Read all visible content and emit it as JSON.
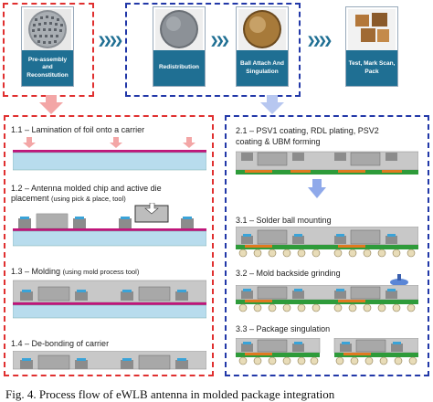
{
  "top_flow": {
    "stage1": "Pre-assembly and Reconstitution",
    "stage2": "Redistribution",
    "stage3": "Ball Attach And Singulation",
    "stage4": "Test, Mark Scan, Pack"
  },
  "left_panel": {
    "step_1_1": "1.1 – Lamination of foil onto a carrier",
    "step_1_2_line1": "1.2 – Antenna molded chip and active die",
    "step_1_2_line2": "placement",
    "step_1_2_note": "(using pick & place, tool)",
    "step_1_3": "1.3 – Molding",
    "step_1_3_note": "(using mold process tool)",
    "step_1_4": "1.4 – De-bonding of carrier"
  },
  "right_panel": {
    "step_2_1_line1": "2.1 – PSV1 coating, RDL plating, PSV2",
    "step_2_1_line2": "coating & UBM forming",
    "step_3_1": "3.1 – Solder ball mounting",
    "step_3_2": "3.2 – Mold backside grinding",
    "step_3_3": "3.3 – Package singulation"
  },
  "caption": "Fig. 4.   Process flow of eWLB antenna in molded package integration",
  "colors": {
    "red_frame": "#e03030",
    "blue_frame": "#2238a8",
    "stage_label": "#1f6f93",
    "carrier": "#b8dced",
    "foil": "#c0157a",
    "mold": "#c8c8c8",
    "rdl": "#2e9b3a",
    "solder": "#e07a20",
    "arrow": "#5a86d6"
  }
}
